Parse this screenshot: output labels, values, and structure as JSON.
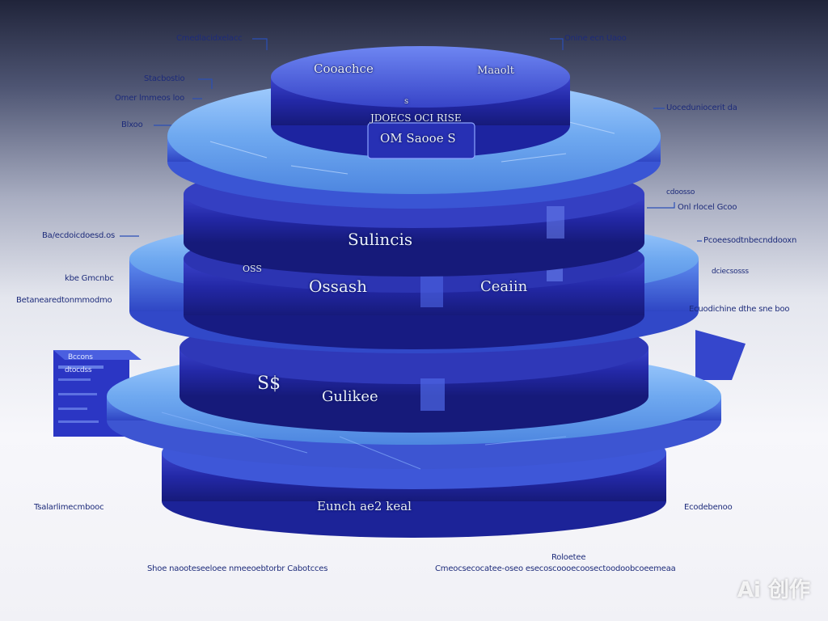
{
  "callouts_left": [
    {
      "id": "l1",
      "text": "Cmedlacidxelacc"
    },
    {
      "id": "l2",
      "text": "Stacbostio"
    },
    {
      "id": "l3",
      "text": "Omer lmmeos loo"
    },
    {
      "id": "l4",
      "text": "Blxoo"
    },
    {
      "id": "l5",
      "text": "Ba/ecdoicdoesd.os"
    },
    {
      "id": "l6",
      "text": "kbe Gmcnbc"
    },
    {
      "id": "l7",
      "text": "Betanearedtonmmodmo"
    },
    {
      "id": "l8",
      "text": "Tsalarlimecmbooc"
    }
  ],
  "callouts_right": [
    {
      "id": "r1",
      "text": "Onine ecn Uaoo"
    },
    {
      "id": "r2",
      "text": "Uoceduniocerit da"
    },
    {
      "id": "r3",
      "text": "cdoosso"
    },
    {
      "id": "r4",
      "text": "Onl rlocel Gcoo"
    },
    {
      "id": "r5",
      "text": "Pcoeesodtnbecnddooxn"
    },
    {
      "id": "r6",
      "text": "dciecsosss"
    },
    {
      "id": "r7",
      "text": "Ecuodichine dthe sne boo"
    },
    {
      "id": "r8",
      "text": "Ecodebenoo"
    },
    {
      "id": "r9",
      "text": "Roloetee"
    }
  ],
  "callouts_bottom": [
    {
      "id": "b1",
      "text": "Shoe naooteseeloee nmeeoebtorbr Cabotcces"
    },
    {
      "id": "b2",
      "text": "Cmeocsecocatee-oseo esecoscoooecoosectoodoobcoeemeaa"
    }
  ],
  "side_panel": {
    "line1": "Bccons",
    "line2": "dtocdss"
  },
  "disk_labels": {
    "top_left": "Cooachce",
    "top_right": "Maaolt",
    "top_small": "s",
    "collar_line1": "JDOECS  OCI  RISE",
    "collar_line2": "OM Saooe  S",
    "band1": "Sulincis",
    "band2_left": "Ossash",
    "band2_right": "Ceaiin",
    "band2_tag": "OSS",
    "band3_left": "S$",
    "band3_right": "Gulikee",
    "base": "Eunch ae2 keal"
  },
  "watermark": "Ai 创作",
  "colors": {
    "disk_light": "#6aa6f2",
    "disk_dark": "#2a2fb4",
    "disk_deep": "#1a1f8c",
    "line": "#2b4fb6",
    "text": "#1d2b7a"
  }
}
